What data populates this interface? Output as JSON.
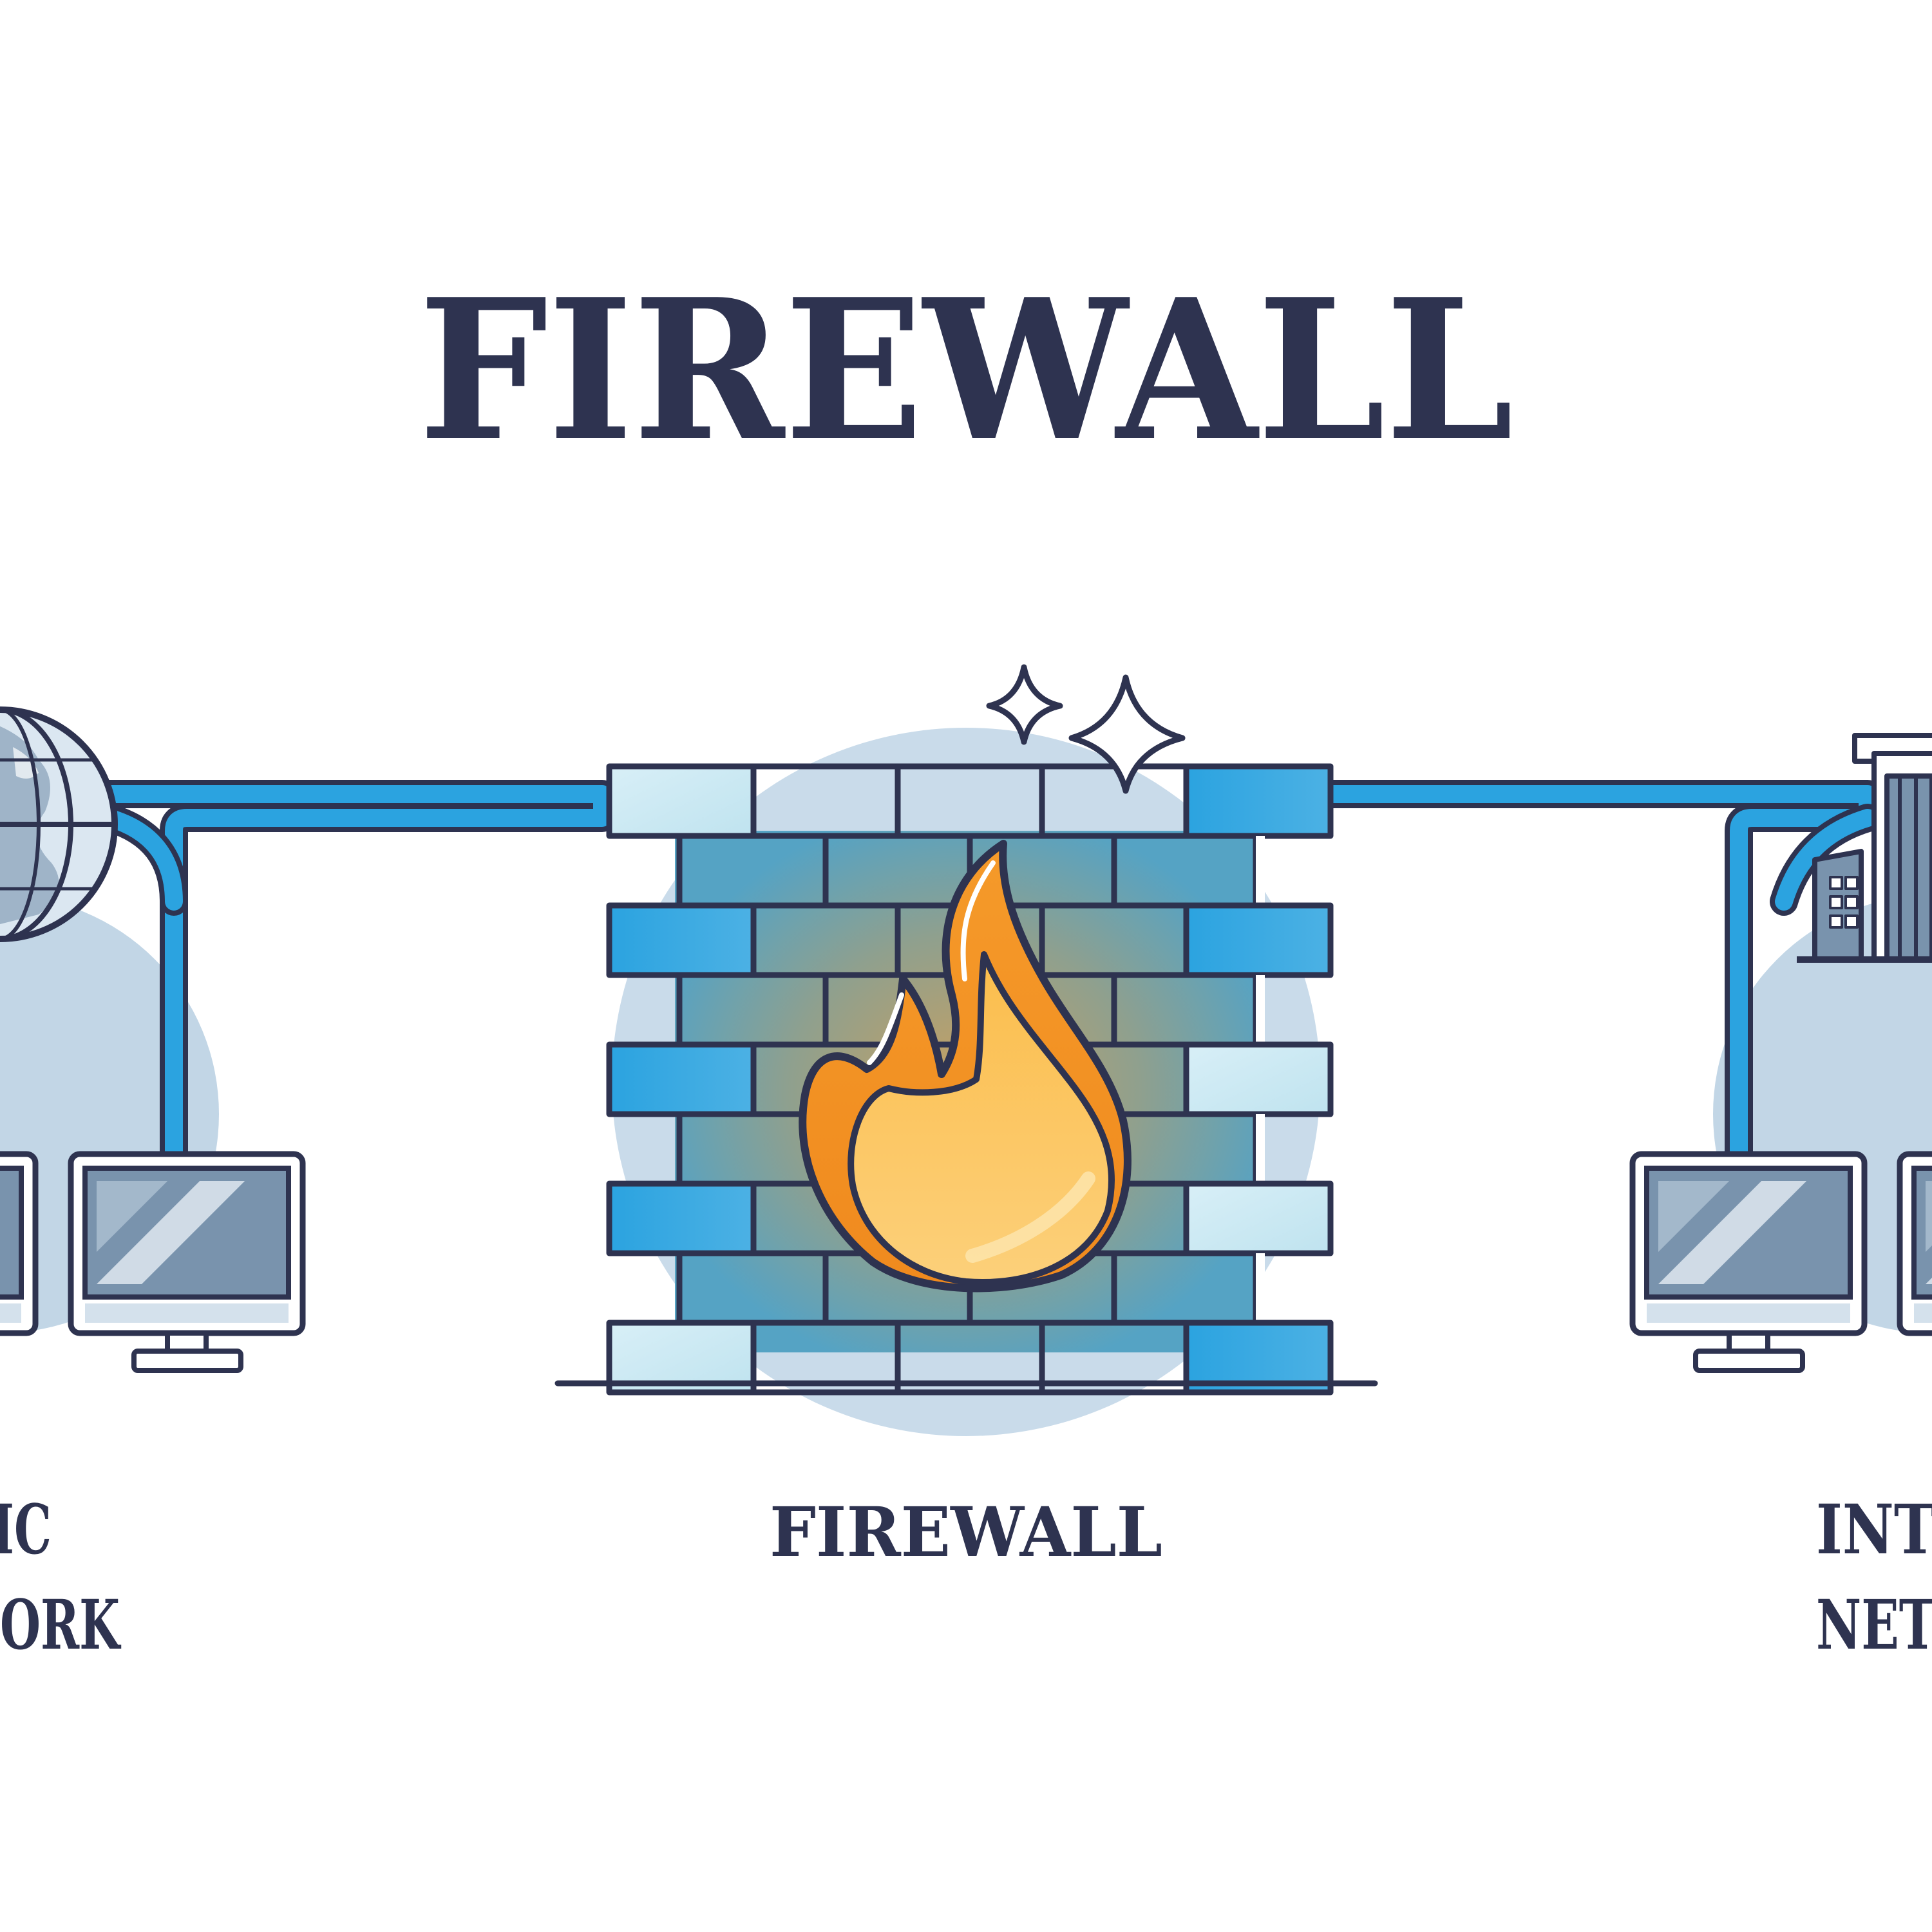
{
  "title": "FIREWALL",
  "labels": {
    "left_line1": "IC",
    "left_line2": "ORK",
    "center": "FIREWALL",
    "right_line1": "INT",
    "right_line2": "NET"
  },
  "colors": {
    "outline": "#2e3350",
    "pipe": "#2ba3e0",
    "halo": "#c2d6e6",
    "monitor_fill": "#7993ad",
    "brick_blue": "#2ba3e0",
    "brick_pale": "#d6eef6",
    "mortar_mid": "#7a9a98",
    "flame_outer": "#f2952a",
    "flame_inner": "#fbbf55"
  },
  "icons": [
    "globe-icon",
    "building-icon",
    "monitor-icon",
    "brick-wall-icon",
    "flame-icon",
    "sparkle-icon"
  ]
}
